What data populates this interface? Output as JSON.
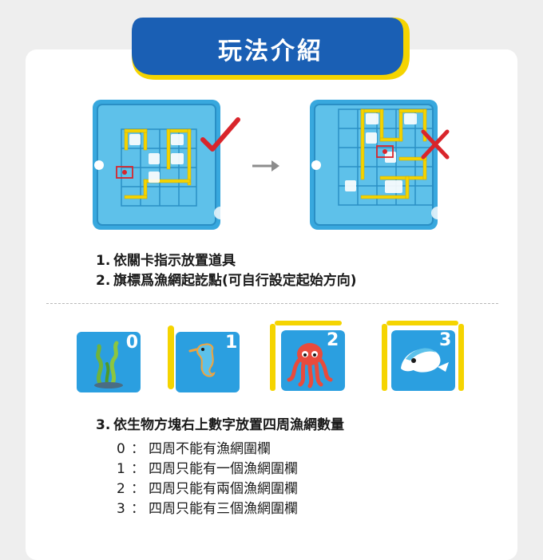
{
  "title": "玩法介紹",
  "section1": {
    "steps": [
      {
        "num": "1.",
        "text": "依關卡指示放置道具"
      },
      {
        "num": "2.",
        "text": "旗標爲漁網起訖點(可自行設定起始方向)"
      }
    ]
  },
  "tiles": [
    {
      "number": "0",
      "creature": "seaweed-icon"
    },
    {
      "number": "1",
      "creature": "seahorse-icon"
    },
    {
      "number": "2",
      "creature": "octopus-icon"
    },
    {
      "number": "3",
      "creature": "dolphin-icon"
    }
  ],
  "section2": {
    "heading_num": "3.",
    "heading_text": "依生物方塊右上數字放置四周漁網數量",
    "rules": [
      {
        "digit": "0",
        "colon": "：",
        "text": "四周不能有漁網圍欄"
      },
      {
        "digit": "1",
        "colon": "：",
        "text": "四周只能有一個漁網圍欄"
      },
      {
        "digit": "2",
        "colon": "：",
        "text": "四周只能有兩個漁網圍欄"
      },
      {
        "digit": "3",
        "colon": "：",
        "text": "四周只能有三個漁網圍欄"
      }
    ]
  },
  "colors": {
    "brand_blue": "#1a5fb4",
    "accent_yellow": "#f5d400",
    "tile_blue": "#2b9fe0",
    "check_red": "#d9252b"
  }
}
